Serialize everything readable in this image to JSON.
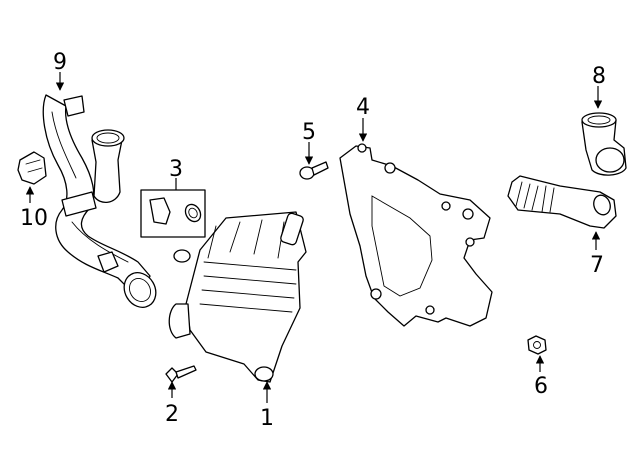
{
  "colors": {
    "line": "#000000",
    "background": "#ffffff"
  },
  "callouts": [
    {
      "number": "1",
      "part": "intercooler"
    },
    {
      "number": "2",
      "part": "bolt"
    },
    {
      "number": "3",
      "part": "sensor-kit"
    },
    {
      "number": "4",
      "part": "mounting-bracket"
    },
    {
      "number": "5",
      "part": "bolt"
    },
    {
      "number": "6",
      "part": "nut"
    },
    {
      "number": "7",
      "part": "inlet-pipe"
    },
    {
      "number": "8",
      "part": "outlet-pipe"
    },
    {
      "number": "9",
      "part": "intake-hose"
    },
    {
      "number": "10",
      "part": "sensor"
    }
  ]
}
